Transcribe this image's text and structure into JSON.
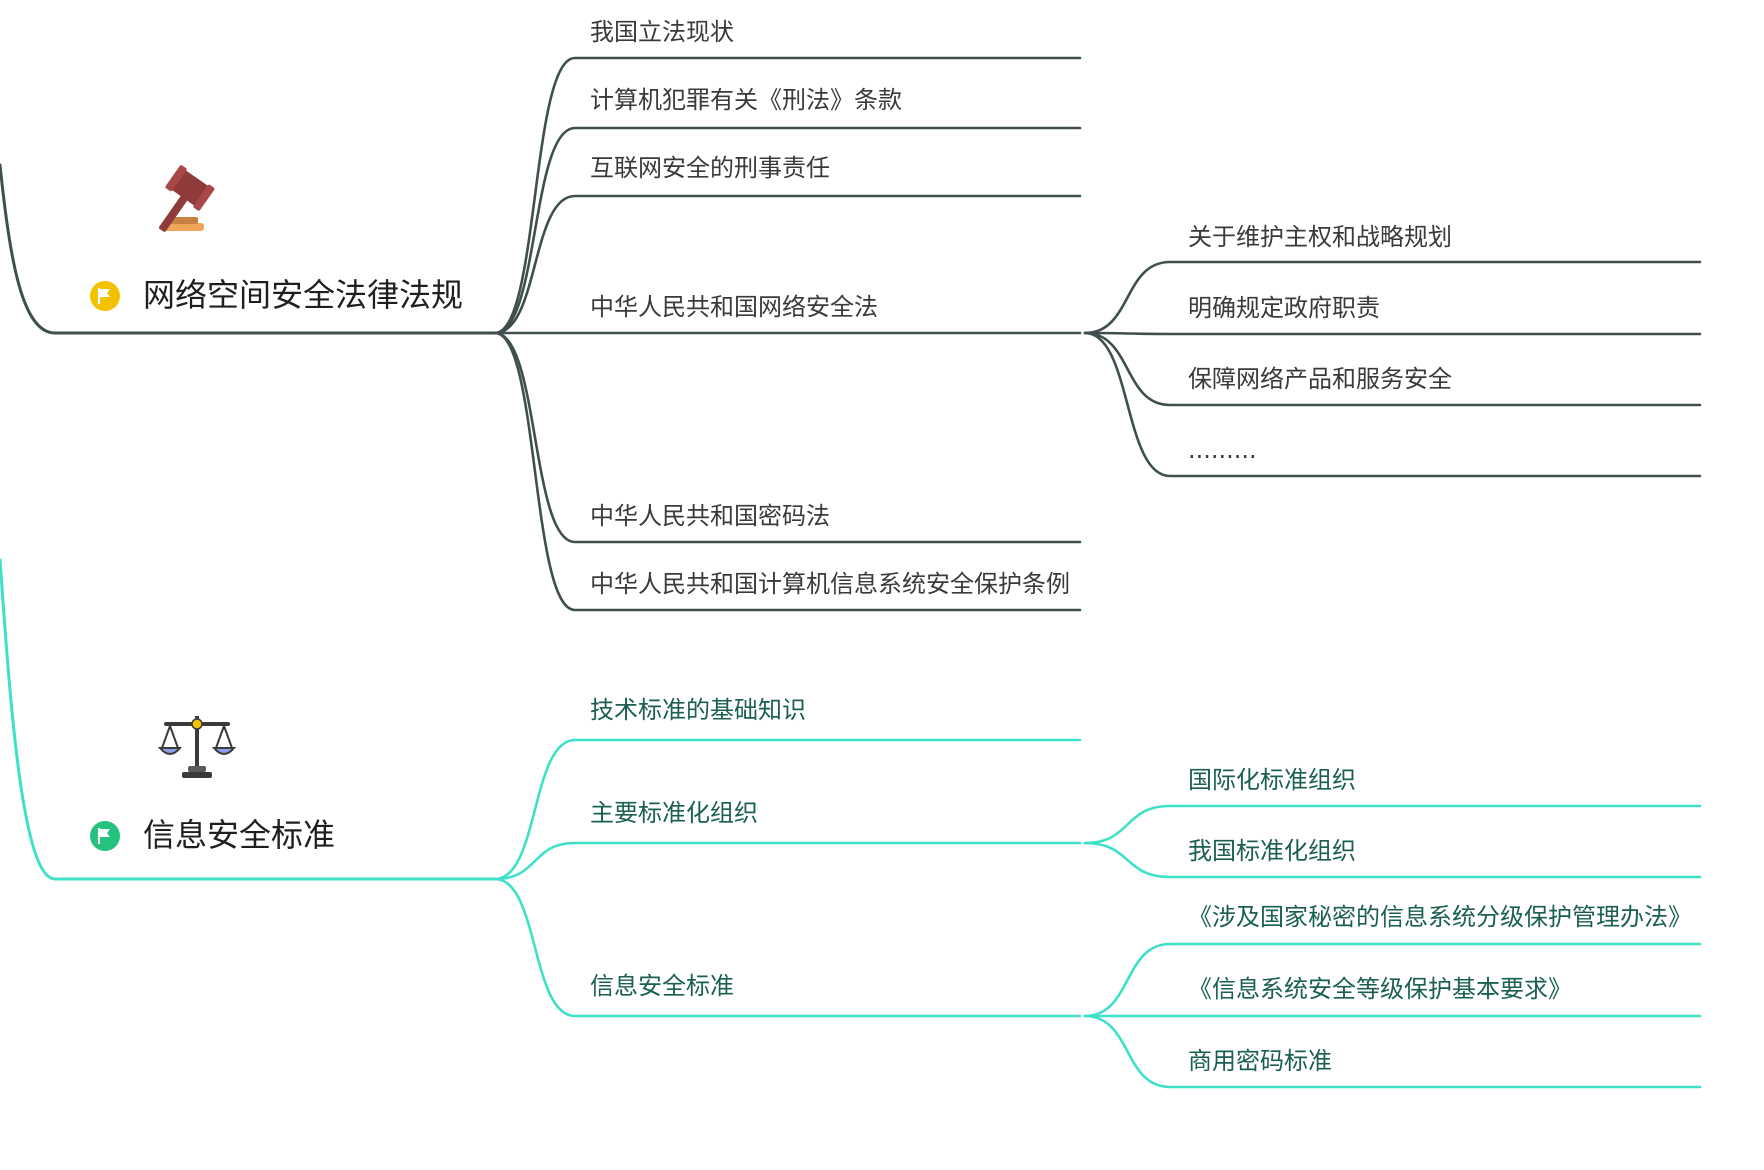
{
  "colors": {
    "branch1": "#3f4f4d",
    "branch2": "#3fe0c8",
    "flag1": "#f2c200",
    "flag2": "#24c27d"
  },
  "icons": {
    "gavel": "gavel-icon",
    "scales": "balance-scale-icon",
    "flag": "flag-icon"
  },
  "branches": [
    {
      "title": "网络空间安全法律法规",
      "children": [
        {
          "label": "我国立法现状"
        },
        {
          "label": "计算机犯罪有关《刑法》条款"
        },
        {
          "label": "互联网安全的刑事责任"
        },
        {
          "label": "中华人民共和国网络安全法",
          "children": [
            {
              "label": "关于维护主权和战略规划"
            },
            {
              "label": "明确规定政府职责"
            },
            {
              "label": "保障网络产品和服务安全"
            },
            {
              "label": "........."
            }
          ]
        },
        {
          "label": "中华人民共和国密码法"
        },
        {
          "label": "中华人民共和国计算机信息系统安全保护条例"
        }
      ]
    },
    {
      "title": "信息安全标准",
      "children": [
        {
          "label": "技术标准的基础知识"
        },
        {
          "label": "主要标准化组织",
          "children": [
            {
              "label": "国际化标准组织"
            },
            {
              "label": "我国标准化组织"
            }
          ]
        },
        {
          "label": "信息安全标准",
          "children": [
            {
              "label": "《涉及国家秘密的信息系统分级保护管理办法》"
            },
            {
              "label": "《信息系统安全等级保护基本要求》"
            },
            {
              "label": "商用密码标准"
            }
          ]
        }
      ]
    }
  ]
}
